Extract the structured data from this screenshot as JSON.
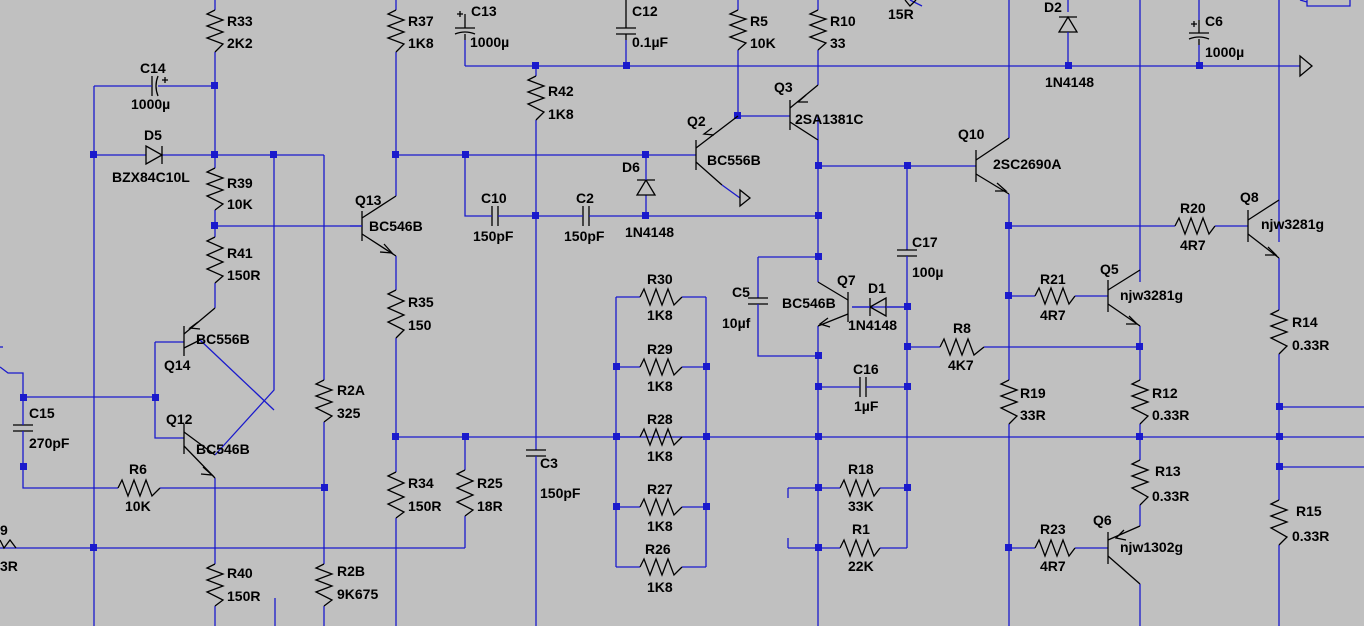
{
  "components": {
    "R33": {
      "name": "R33",
      "value": "2K2"
    },
    "R37": {
      "name": "R37",
      "value": "1K8"
    },
    "C13": {
      "name": "C13",
      "value": "1000µ"
    },
    "C12": {
      "name": "C12",
      "value": "0.1µF"
    },
    "R5": {
      "name": "R5",
      "value": "10K"
    },
    "R10": {
      "name": "R10",
      "value": "33"
    },
    "R15R": {
      "name": "",
      "value": "15R"
    },
    "D2": {
      "name": "D2",
      "value": "1N4148"
    },
    "C6": {
      "name": "C6",
      "value": "1000µ"
    },
    "C14": {
      "name": "C14",
      "value": "1000µ"
    },
    "R42": {
      "name": "R42",
      "value": "1K8"
    },
    "Q3": {
      "name": "Q3",
      "value": "2SA1381C"
    },
    "D5": {
      "name": "D5",
      "value": "BZX84C10L"
    },
    "Q2": {
      "name": "Q2",
      "value": "BC556B"
    },
    "Q10": {
      "name": "Q10",
      "value": "2SC2690A"
    },
    "D6": {
      "name": "D6",
      "value": "1N4148"
    },
    "R39": {
      "name": "R39",
      "value": "10K"
    },
    "Q13": {
      "name": "Q13",
      "value": "BC546B"
    },
    "C10": {
      "name": "C10",
      "value": "150pF"
    },
    "C2": {
      "name": "C2",
      "value": "150pF"
    },
    "R20": {
      "name": "R20",
      "value": "4R7"
    },
    "Q8": {
      "name": "Q8",
      "value": "njw3281g"
    },
    "C17": {
      "name": "C17",
      "value": "100µ"
    },
    "R41": {
      "name": "R41",
      "value": "150R"
    },
    "R30": {
      "name": "R30",
      "value": "1K8"
    },
    "R21": {
      "name": "R21",
      "value": "4R7"
    },
    "Q5": {
      "name": "Q5",
      "value": "njw3281g"
    },
    "C5": {
      "name": "C5",
      "value": "10µf"
    },
    "Q7": {
      "name": "Q7",
      "value": "BC546B"
    },
    "D1": {
      "name": "D1",
      "value": "1N4148"
    },
    "R35": {
      "name": "R35",
      "value": "150"
    },
    "R14": {
      "name": "R14",
      "value": "0.33R"
    },
    "Q14": {
      "name": "Q14",
      "value": "BC556B"
    },
    "R8": {
      "name": "R8",
      "value": "4K7"
    },
    "R29": {
      "name": "R29",
      "value": "1K8"
    },
    "C16": {
      "name": "C16",
      "value": "1µF"
    },
    "R2A": {
      "name": "R2A",
      "value": "325"
    },
    "R19": {
      "name": "R19",
      "value": "33R"
    },
    "R12": {
      "name": "R12",
      "value": "0.33R"
    },
    "C15": {
      "name": "C15",
      "value": "270pF"
    },
    "Q12": {
      "name": "Q12",
      "value": "BC546B"
    },
    "R28": {
      "name": "R28",
      "value": "1K8"
    },
    "C3": {
      "name": "C3",
      "value": "150pF"
    },
    "R13": {
      "name": "R13",
      "value": "0.33R"
    },
    "R6": {
      "name": "R6",
      "value": "10K"
    },
    "R34": {
      "name": "R34",
      "value": "150R"
    },
    "R25": {
      "name": "R25",
      "value": "18R"
    },
    "R18": {
      "name": "R18",
      "value": "33K"
    },
    "R27": {
      "name": "R27",
      "value": "1K8"
    },
    "R15": {
      "name": "R15",
      "value": "0.33R"
    },
    "R1": {
      "name": "R1",
      "value": "22K"
    },
    "R23": {
      "name": "R23",
      "value": "4R7"
    },
    "Q6": {
      "name": "Q6",
      "value": "njw1302g"
    },
    "R26": {
      "name": "R26",
      "value": "1K8"
    },
    "R40": {
      "name": "R40",
      "value": "150R"
    },
    "R2B": {
      "name": "R2B",
      "value": "9K675"
    },
    "R9": {
      "name": "9",
      "value": "3R"
    }
  },
  "colors": {
    "background": "#c0c0c0",
    "wire": "#1a1acc",
    "symbol": "#000000"
  }
}
